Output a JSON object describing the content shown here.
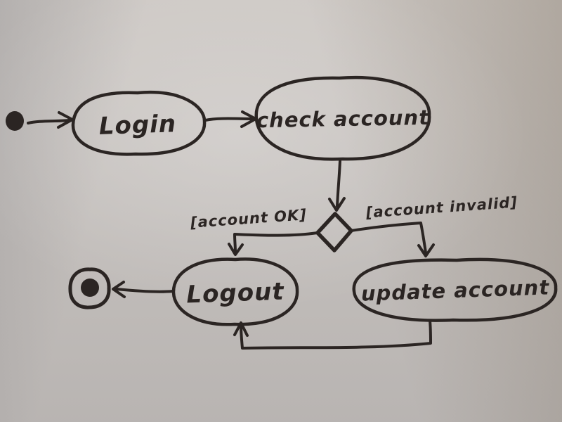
{
  "scene": {
    "description": "Hand-drawn UML activity diagram sketched in black marker on a whiteboard",
    "ink_color": "#2b2523",
    "board_color": "#cbc6c2"
  },
  "diagram": {
    "type": "uml-activity-diagram",
    "nodes": {
      "initial": {
        "kind": "initial-state"
      },
      "login": {
        "kind": "activity",
        "label": "Login"
      },
      "check_account": {
        "kind": "activity",
        "label": "check account"
      },
      "decision": {
        "kind": "decision"
      },
      "logout": {
        "kind": "activity",
        "label": "Logout"
      },
      "update_account": {
        "kind": "activity",
        "label": "update account"
      },
      "final": {
        "kind": "final-state"
      }
    },
    "guards": {
      "ok": "[account OK]",
      "invalid": "[account invalid]"
    },
    "edges": [
      {
        "from": "initial",
        "to": "login",
        "guard": ""
      },
      {
        "from": "login",
        "to": "check_account",
        "guard": ""
      },
      {
        "from": "check_account",
        "to": "decision",
        "guard": ""
      },
      {
        "from": "decision",
        "to": "logout",
        "guard": "[account OK]"
      },
      {
        "from": "decision",
        "to": "update_account",
        "guard": "[account invalid]"
      },
      {
        "from": "update_account",
        "to": "logout",
        "guard": ""
      },
      {
        "from": "logout",
        "to": "final",
        "guard": ""
      }
    ]
  }
}
